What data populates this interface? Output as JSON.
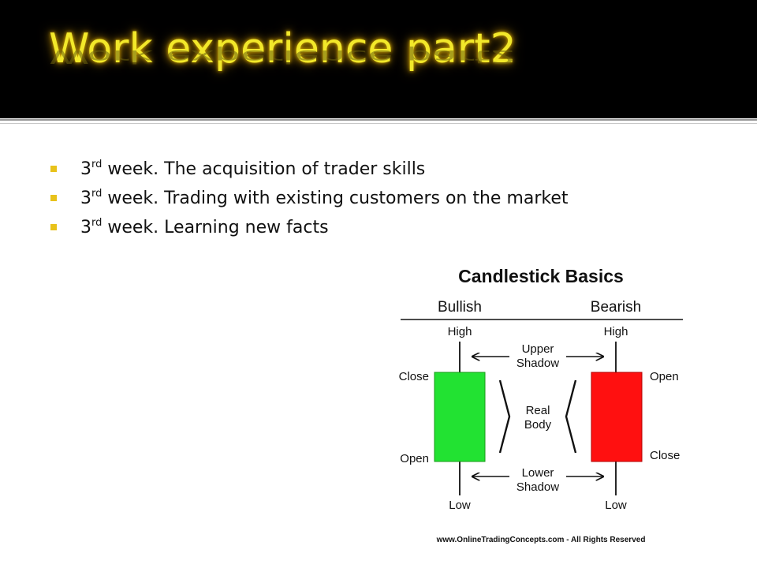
{
  "slide": {
    "title": "Work experience part2",
    "bullets": [
      {
        "num": "3",
        "sup": "rd",
        "text": " week. The acquisition of trader skills"
      },
      {
        "num": "3",
        "sup": "rd",
        "text": " week. Trading with existing customers on the market"
      },
      {
        "num": "3",
        "sup": "rd",
        "text": " week. Learning new facts"
      }
    ],
    "colors": {
      "title": "#f2e82a",
      "bullet": "#e8c21a",
      "bullish": "#22e232",
      "bearish": "#ff1010"
    }
  },
  "diagram": {
    "title": "Candlestick Basics",
    "bullish": "Bullish",
    "bearish": "Bearish",
    "left_high": "High",
    "right_high": "High",
    "upper_shadow_1": "Upper",
    "upper_shadow_2": "Shadow",
    "left_close": "Close",
    "right_open": "Open",
    "real_body_1": "Real",
    "real_body_2": "Body",
    "left_open": "Open",
    "right_close": "Close",
    "lower_shadow_1": "Lower",
    "lower_shadow_2": "Shadow",
    "left_low": "Low",
    "right_low": "Low",
    "credit": "www.OnlineTradingConcepts.com - All Rights Reserved"
  }
}
